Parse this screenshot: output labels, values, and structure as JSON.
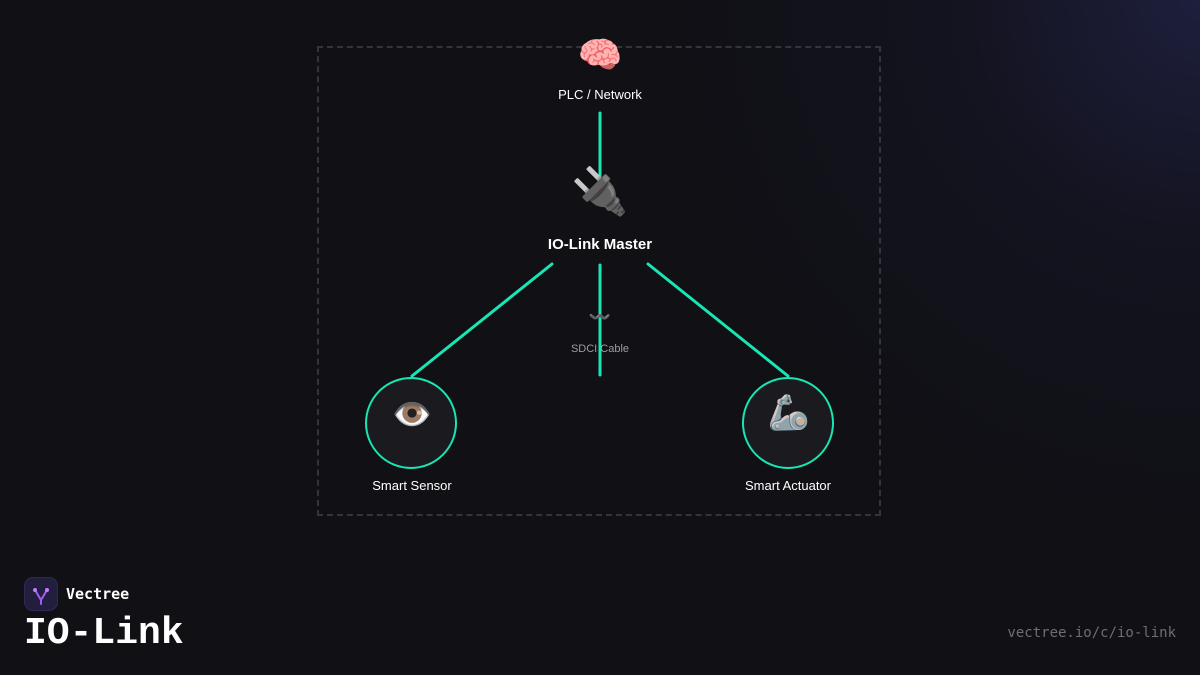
{
  "diagram": {
    "nodes": {
      "plc": {
        "icon": "🧠",
        "icon_name": "brain-icon",
        "label": "PLC / Network"
      },
      "master": {
        "icon": "🔌",
        "icon_name": "plug-icon",
        "label": "IO-Link Master"
      },
      "cable": {
        "icon": "〰️",
        "icon_name": "wavy-line-icon",
        "label": "SDCI Cable"
      },
      "sensor": {
        "icon": "👁️",
        "icon_name": "eye-icon",
        "label": "Smart Sensor"
      },
      "actuator": {
        "icon": "🦾",
        "icon_name": "mechanical-arm-icon",
        "label": "Smart Actuator"
      }
    },
    "connections": [
      {
        "from": "plc",
        "to": "master"
      },
      {
        "from": "master",
        "to": "sensor"
      },
      {
        "from": "master",
        "to": "cable"
      },
      {
        "from": "master",
        "to": "actuator"
      }
    ],
    "colors": {
      "accent": "#19e6b4",
      "frame": "#33343c",
      "background": "#101015"
    }
  },
  "footer": {
    "brand": "Vectree",
    "title": "IO-Link",
    "url": "vectree.io/c/io-link"
  }
}
